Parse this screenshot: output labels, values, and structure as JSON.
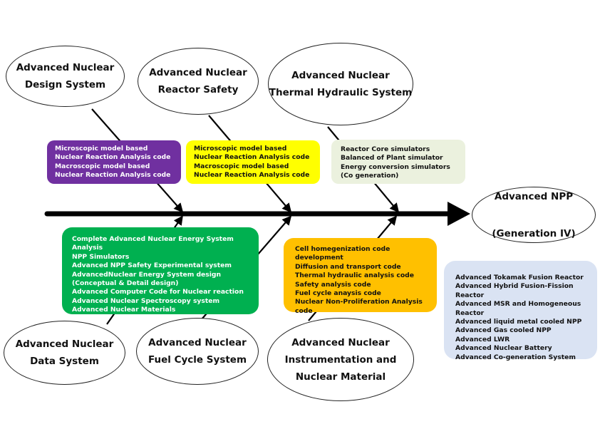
{
  "target": {
    "line1": "Advanced NPP",
    "line2": "(Generation IV)"
  },
  "categories": {
    "design": "Advanced Nuclear\nDesign System",
    "safety": "Advanced Nuclear\nReactor Safety",
    "thermal": "Advanced Nuclear\nThermal Hydraulic System",
    "data": "Advanced Nuclear\nData System",
    "fuel": "Advanced Nuclear\nFuel Cycle System",
    "instrument": "Advanced Nuclear\nInstrumentation and\nNuclear Material"
  },
  "cause_boxes": {
    "design": [
      "Microscopic model based Nuclear Reaction Analysis code",
      "Macroscopic model based Nuclear Reaction Analysis code"
    ],
    "safety": [
      "Microscopic model based Nuclear Reaction Analysis code",
      "Macroscopic model based Nuclear Reaction Analysis code"
    ],
    "thermal": [
      "Reactor Core simulators",
      "Balanced of Plant simulator",
      "Energy conversion simulators (Co generation)"
    ],
    "data_fuel": [
      "Complete Advanced Nuclear Energy System Analysis",
      "NPP Simulators",
      "Advanced NPP Safety Experimental system",
      "AdvancedNuclear Energy System design (Conceptual & Detail design)",
      "Advanced Computer Code for Nuclear reaction",
      "Advanced Nuclear Spectroscopy system",
      "Advanced Nuclear Materials"
    ],
    "instrument": [
      "Cell homegenization code development",
      "Diffusion and transport code",
      "Thermal hydraulic analysis code",
      "Safety analysis code",
      "Fuel cycle anaysis code",
      "Nuclear Non-Proliferation Analysis code"
    ]
  },
  "reactor_types": [
    "Advanced Tokamak Fusion Reactor",
    "Advanced Hybrid Fusion-Fission Reactor",
    "Advanced MSR and Homogeneous Reactor",
    "Advanced liquid metal cooled NPP",
    "Advanced Gas cooled NPP",
    "Advanced LWR",
    "Advanced Nuclear Battery",
    "Advanced Co-generation System"
  ],
  "colors": {
    "spine": "#000000",
    "purple": "#7030a0",
    "yellow": "#ffff00",
    "sage": "#ebf1de",
    "green": "#00b050",
    "orange": "#ffc000",
    "blue": "#dae3f3"
  }
}
